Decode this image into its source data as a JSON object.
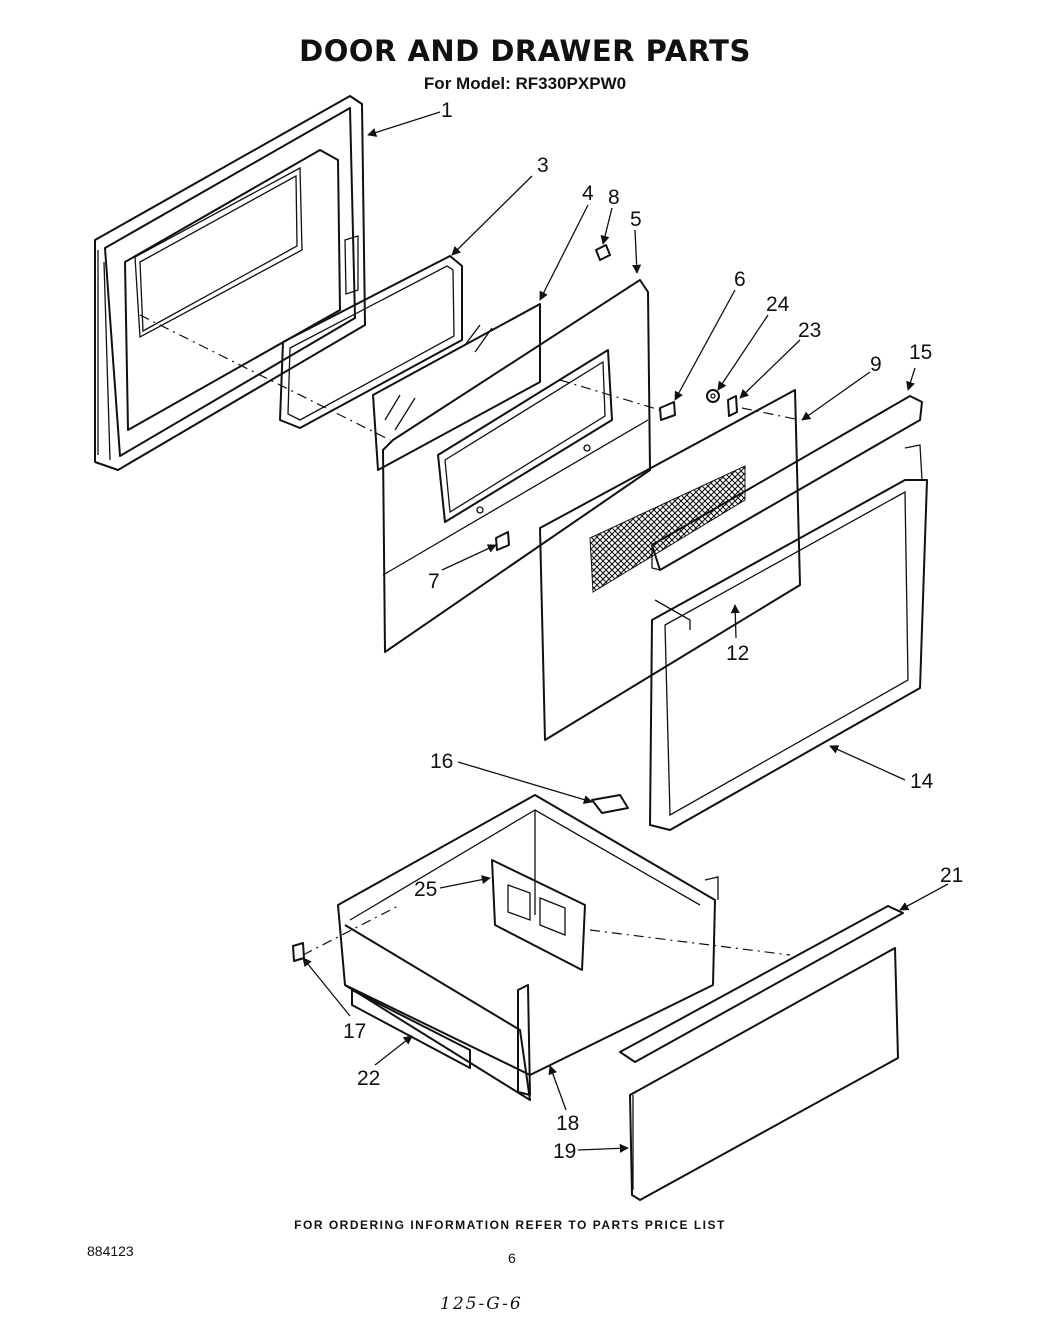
{
  "title": "DOOR AND DRAWER PARTS",
  "subtitle": "For Model: RF330PXPW0",
  "footer_note": "FOR ORDERING INFORMATION REFER TO PARTS PRICE LIST",
  "doc_number": "884123",
  "page_number": "6",
  "handwritten_note": "125-G-6",
  "callouts": {
    "c1": "1",
    "c3": "3",
    "c4": "4",
    "c8": "8",
    "c5": "5",
    "c6": "6",
    "c24": "24",
    "c23": "23",
    "c9": "9",
    "c15": "15",
    "c7": "7",
    "c12": "12",
    "c14": "14",
    "c16": "16",
    "c21": "21",
    "c25": "25",
    "c17": "17",
    "c22": "22",
    "c18": "18",
    "c19": "19"
  }
}
